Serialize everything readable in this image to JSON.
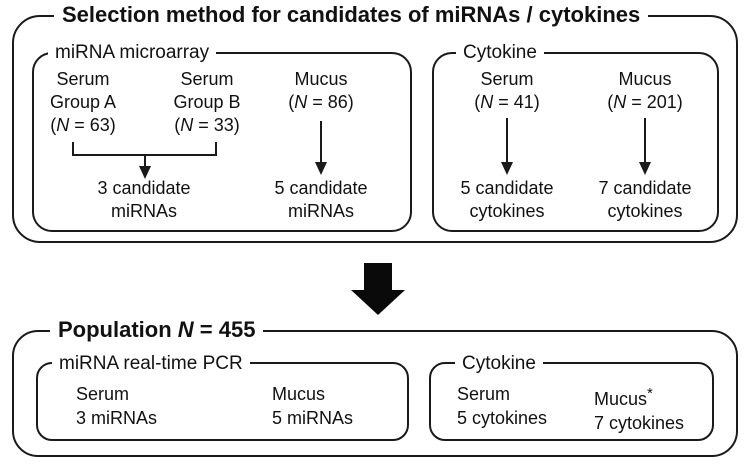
{
  "colors": {
    "ink": "#1a1a1a",
    "background": "#ffffff"
  },
  "top_section": {
    "title": "Selection method for candidates of miRNAs / cytokines",
    "mirna_microarray": {
      "title": "miRNA microarray",
      "groups": [
        {
          "line1": "Serum",
          "line2": "Group A",
          "n_open": "(",
          "n_char": "N",
          "n_rest": " = 63)"
        },
        {
          "line1": "Serum",
          "line2": "Group B",
          "n_open": "(",
          "n_char": "N",
          "n_rest": " = 33)"
        },
        {
          "line1": "Mucus",
          "n_open": "(",
          "n_char": "N",
          "n_rest": " = 86)"
        }
      ],
      "results": [
        {
          "line1": "3 candidate",
          "line2": "miRNAs"
        },
        {
          "line1": "5 candidate",
          "line2": "miRNAs"
        }
      ]
    },
    "cytokine": {
      "title": "Cytokine",
      "groups": [
        {
          "line1": "Serum",
          "n_open": "(",
          "n_char": "N",
          "n_rest": " = 41)"
        },
        {
          "line1": "Mucus",
          "n_open": "(",
          "n_char": "N",
          "n_rest": " = 201)"
        }
      ],
      "results": [
        {
          "line1": "5 candidate",
          "line2": "cytokines"
        },
        {
          "line1": "7 candidate",
          "line2": "cytokines"
        }
      ]
    }
  },
  "bottom_section": {
    "title": {
      "prefix": "Population ",
      "n_char": "N",
      "suffix": " = 455"
    },
    "mirna_pcr": {
      "title": "miRNA real-time PCR",
      "columns": [
        {
          "label": "Serum",
          "value": "3 miRNAs"
        },
        {
          "label": "Mucus",
          "value": "5 miRNAs"
        }
      ]
    },
    "cytokine": {
      "title": "Cytokine",
      "columns": [
        {
          "label": "Serum",
          "value": "5 cytokines"
        },
        {
          "label": "Mucus",
          "sup": "*",
          "value": "7 cytokines"
        }
      ]
    }
  }
}
